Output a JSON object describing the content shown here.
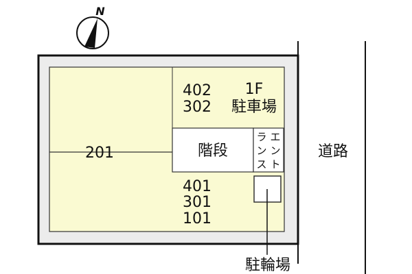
{
  "compass": {
    "label": "N",
    "icon": "north-arrow-icon"
  },
  "units": {
    "upper_right": [
      "402",
      "302"
    ],
    "left": "201",
    "lower_right": [
      "401",
      "301",
      "101"
    ]
  },
  "parking": {
    "floor": "1F",
    "label": "駐車場"
  },
  "stairs": {
    "label": "階段"
  },
  "entrance": {
    "col_right": [
      "エ",
      "ン",
      "ト"
    ],
    "col_left": [
      "ラ",
      "ン",
      "ス"
    ]
  },
  "bicycle_parking": {
    "label": "駐輪場"
  },
  "road": {
    "label": "道路"
  },
  "colors": {
    "site": "#ececec",
    "building": "#fafad2",
    "line": "#111111"
  }
}
